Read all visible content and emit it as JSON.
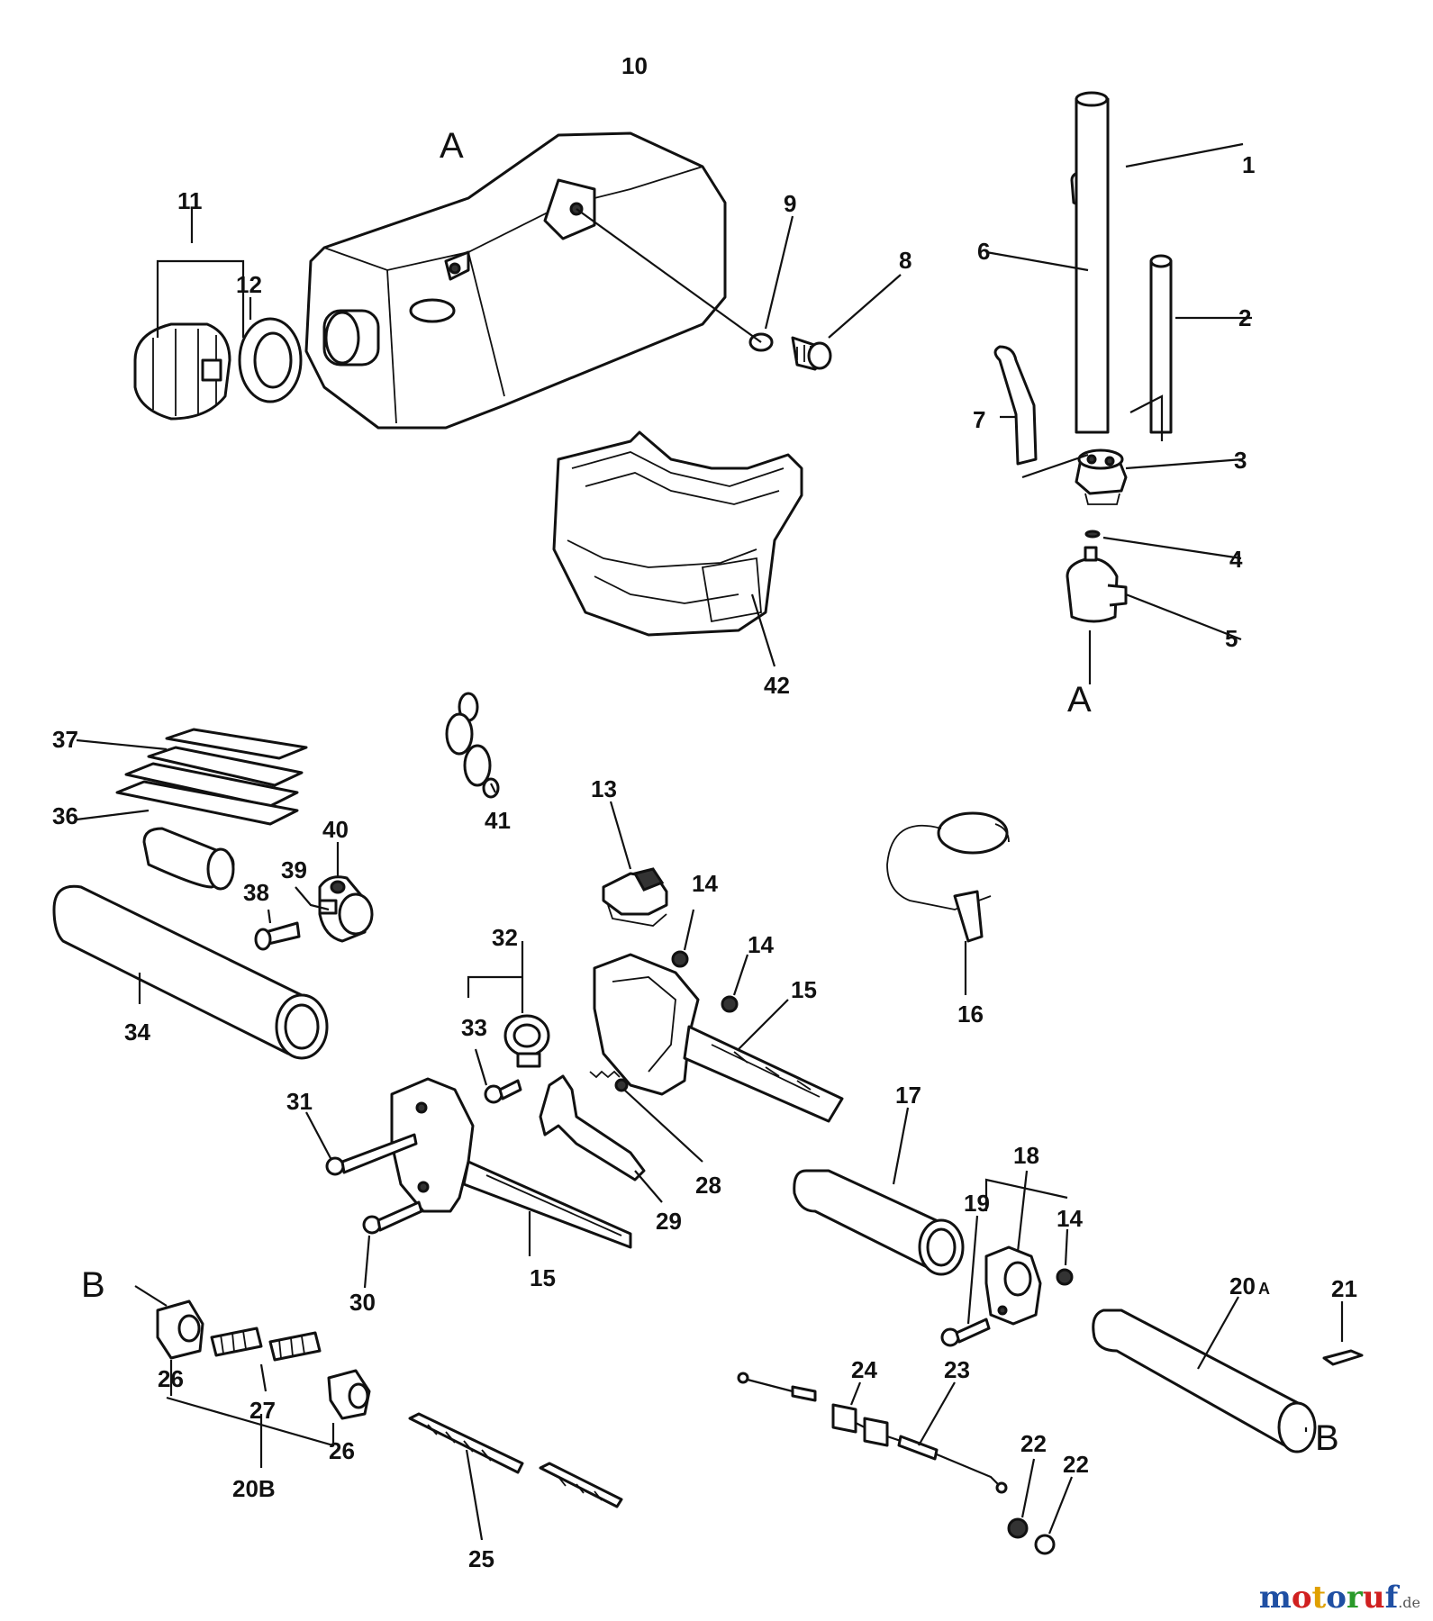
{
  "parts": {
    "p1": "1",
    "p2": "2",
    "p3": "3",
    "p4": "4",
    "p5": "5",
    "p6": "6",
    "p7": "7",
    "p8": "8",
    "p9": "9",
    "p10": "10",
    "p11": "11",
    "p12": "12",
    "p13": "13",
    "p14a": "14",
    "p14b": "14",
    "p14c": "14",
    "p15a": "15",
    "p15b": "15",
    "p16": "16",
    "p17": "17",
    "p18": "18",
    "p19": "19",
    "p20a": "20",
    "p20a_suffix": "A",
    "p20b": "20B",
    "p21": "21",
    "p22a": "22",
    "p22b": "22",
    "p23": "23",
    "p24": "24",
    "p25": "25",
    "p26a": "26",
    "p26b": "26",
    "p27": "27",
    "p28": "28",
    "p29": "29",
    "p30": "30",
    "p31": "31",
    "p32": "32",
    "p33": "33",
    "p34": "34",
    "p36": "36",
    "p37": "37",
    "p38": "38",
    "p39": "39",
    "p40": "40",
    "p41": "41",
    "p42": "42"
  },
  "refs": {
    "a_top": "A",
    "a_bottom": "A",
    "b_left": "B",
    "b_right": "B"
  },
  "watermark": {
    "brand": "motoruf",
    "suffix": ".de",
    "colors": [
      "#1f4fa3",
      "#d02020",
      "#e0a000",
      "#1f4fa3",
      "#2a9a2a",
      "#d02020",
      "#1f4fa3"
    ]
  }
}
